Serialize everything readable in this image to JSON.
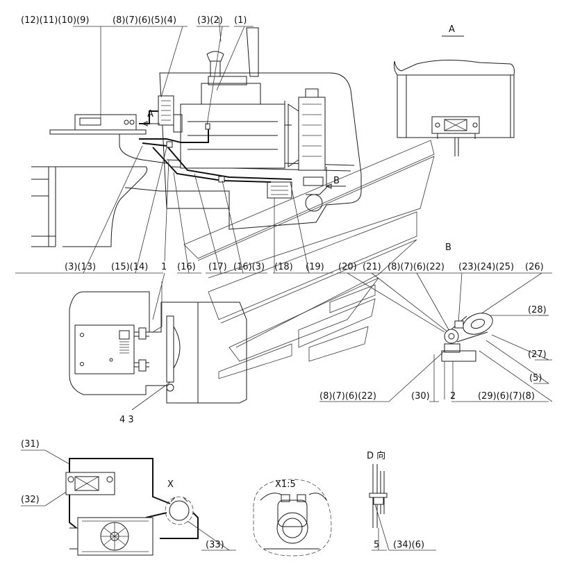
{
  "labels": {
    "top_12_11_10_9": "(12)(11)(10)(9)",
    "top_8_7_6_5_4": "(8)(7)(6)(5)(4)",
    "top_3_2": "(3)(2)",
    "top_1": "(1)",
    "view_a_title": "A",
    "arrow_a": "A",
    "arrow_b": "B",
    "mid_3_13": "(3)(13)",
    "mid_15_14": "(15)(14)",
    "mid_1": "1",
    "mid_16": "(16)",
    "mid_17": "(17)",
    "mid_16_3": "(16)(3)",
    "mid_18": "(18)",
    "mid_19": "(19)",
    "view_b_title": "B",
    "b_20": "(20)",
    "b_21": "(21)",
    "b_8_7_6_22": "(8)(7)(6)(22)",
    "b_23_24_25": "(23)(24)(25)",
    "b_26": "(26)",
    "b_28": "(28)",
    "b_27": "(27)",
    "b_5": "(5)",
    "b_29_6_7_8": "(29)(6)(7)(8)",
    "b_2": "2",
    "b_30": "(30)",
    "b_8_7_6_22_low": "(8)(7)(6)(22)",
    "left_4_3": "4 3",
    "bot_31": "(31)",
    "bot_32": "(32)",
    "bot_33": "(33)",
    "bot_x": "X",
    "bot_x15": "X1:5",
    "bot_d": "D 向",
    "bot_5": "5",
    "bot_34_6": "(34)(6)"
  }
}
